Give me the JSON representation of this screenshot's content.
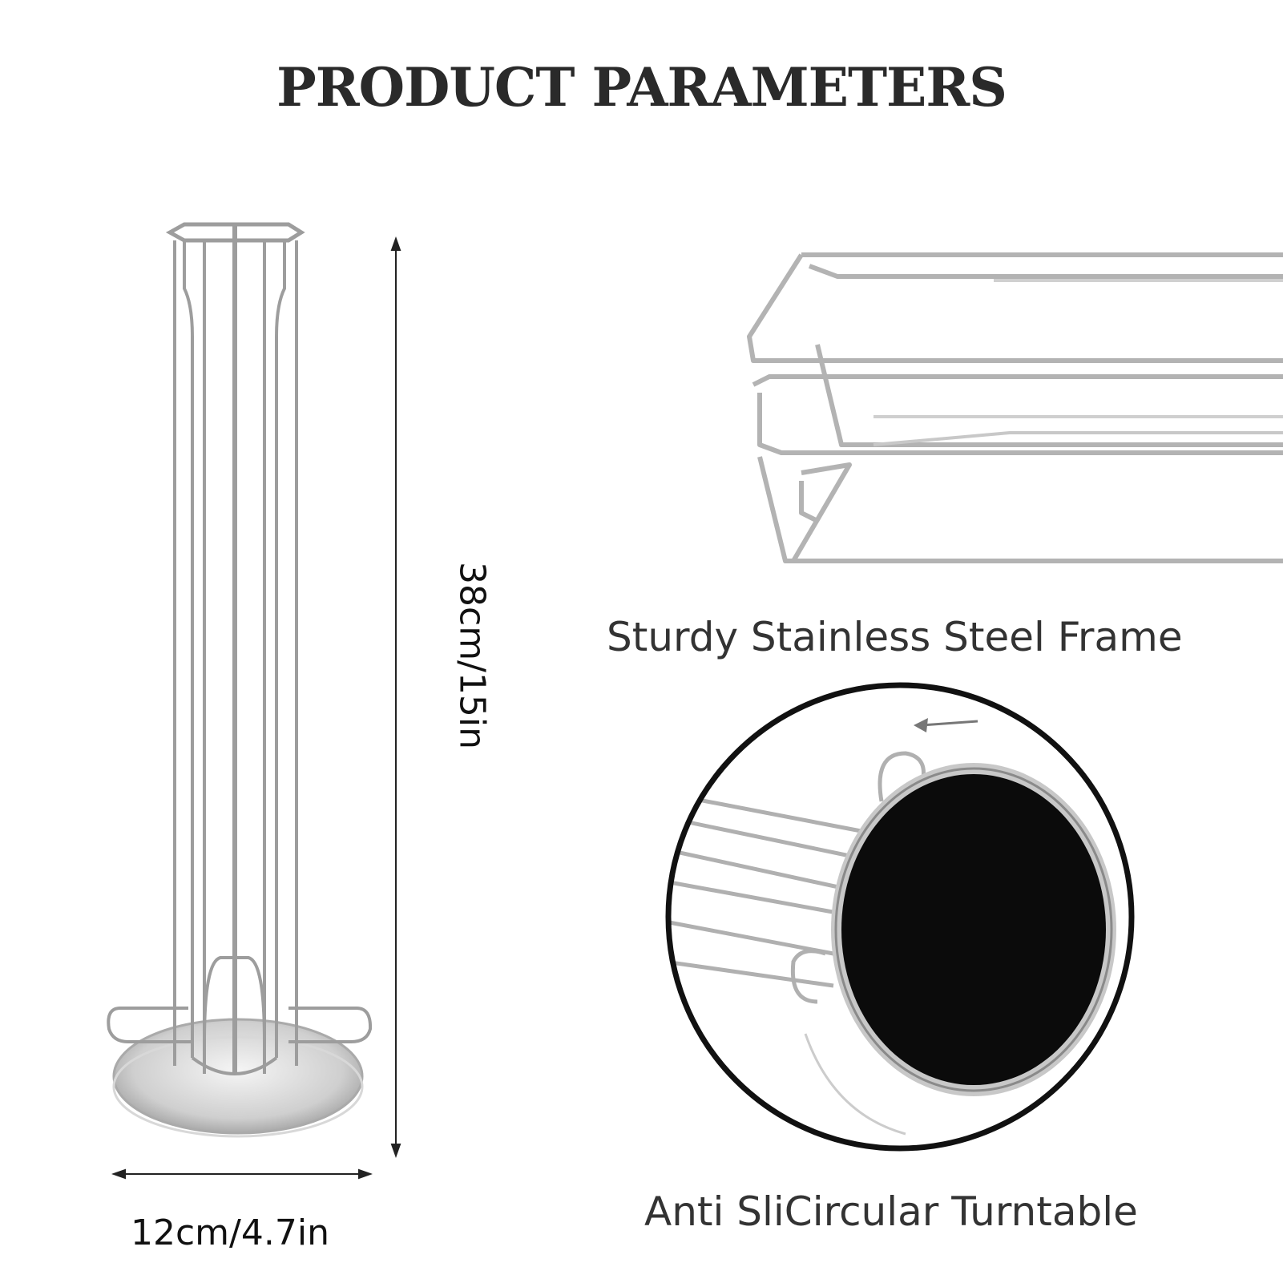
{
  "title": "PRODUCT PARAMETERS",
  "dimensions": {
    "height": "38cm/15in",
    "width": "12cm/4.7in"
  },
  "features": [
    {
      "caption": "Sturdy Stainless Steel Frame"
    },
    {
      "caption": "Anti SliCircular Turntable"
    }
  ],
  "colors": {
    "text": "#2a2a2a",
    "steel": "#a9a9a9",
    "ring": "#111111"
  }
}
